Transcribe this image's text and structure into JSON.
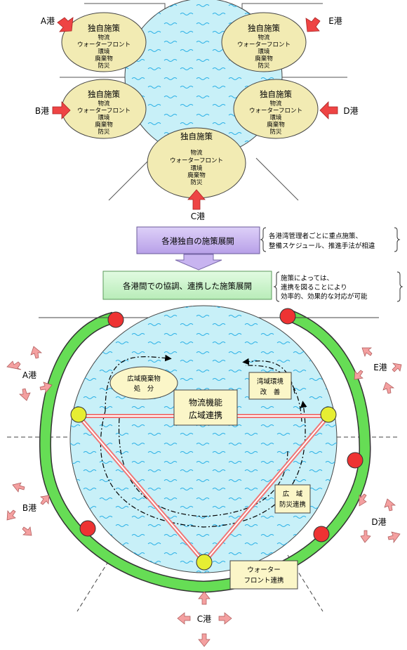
{
  "top": {
    "policy_title": "独自施策",
    "policy_items": [
      "物流",
      "ウォーターフロント",
      "環境",
      "廃棄物",
      "防災"
    ],
    "ports": {
      "a": "A港",
      "b": "B港",
      "c": "C港",
      "d": "D港",
      "e": "E港"
    }
  },
  "flow": {
    "step1": "各港独自の施策展開",
    "note1": [
      "各港湾管理者ごとに重点施策、",
      "整備スケジュール、推進手法が相違"
    ],
    "step2": "各港間での協調、連携した施策展開",
    "note2": [
      "施策によっては、",
      "連携を図ることにより",
      "効率的、効果的な対応が可能"
    ]
  },
  "bottom": {
    "ports": {
      "a": "A港",
      "b": "B港",
      "c": "C港",
      "d": "D港",
      "e": "E港"
    },
    "waste": [
      "広域廃棄物",
      "処　分"
    ],
    "bay_env": [
      "湾域環境",
      "改　善"
    ],
    "logistics": [
      "物流機能",
      "広域連携"
    ],
    "disaster": [
      "広　域",
      "防災連携"
    ],
    "waterfront": [
      "ウォーター",
      "フロント連携"
    ]
  },
  "colors": {
    "water": "#c8f0f8",
    "policy_fill": "#f2ebb3",
    "green_ring": "#66dd55",
    "red_node": "#ee3333",
    "yellow_node": "#e6ee33",
    "flow_box": "#c8b4f0",
    "coop_box": "#ccf5cc",
    "label_box": "#fbf6c8",
    "arrow_red": "#ee4444",
    "arrow_pink": "#f4a0a0"
  }
}
